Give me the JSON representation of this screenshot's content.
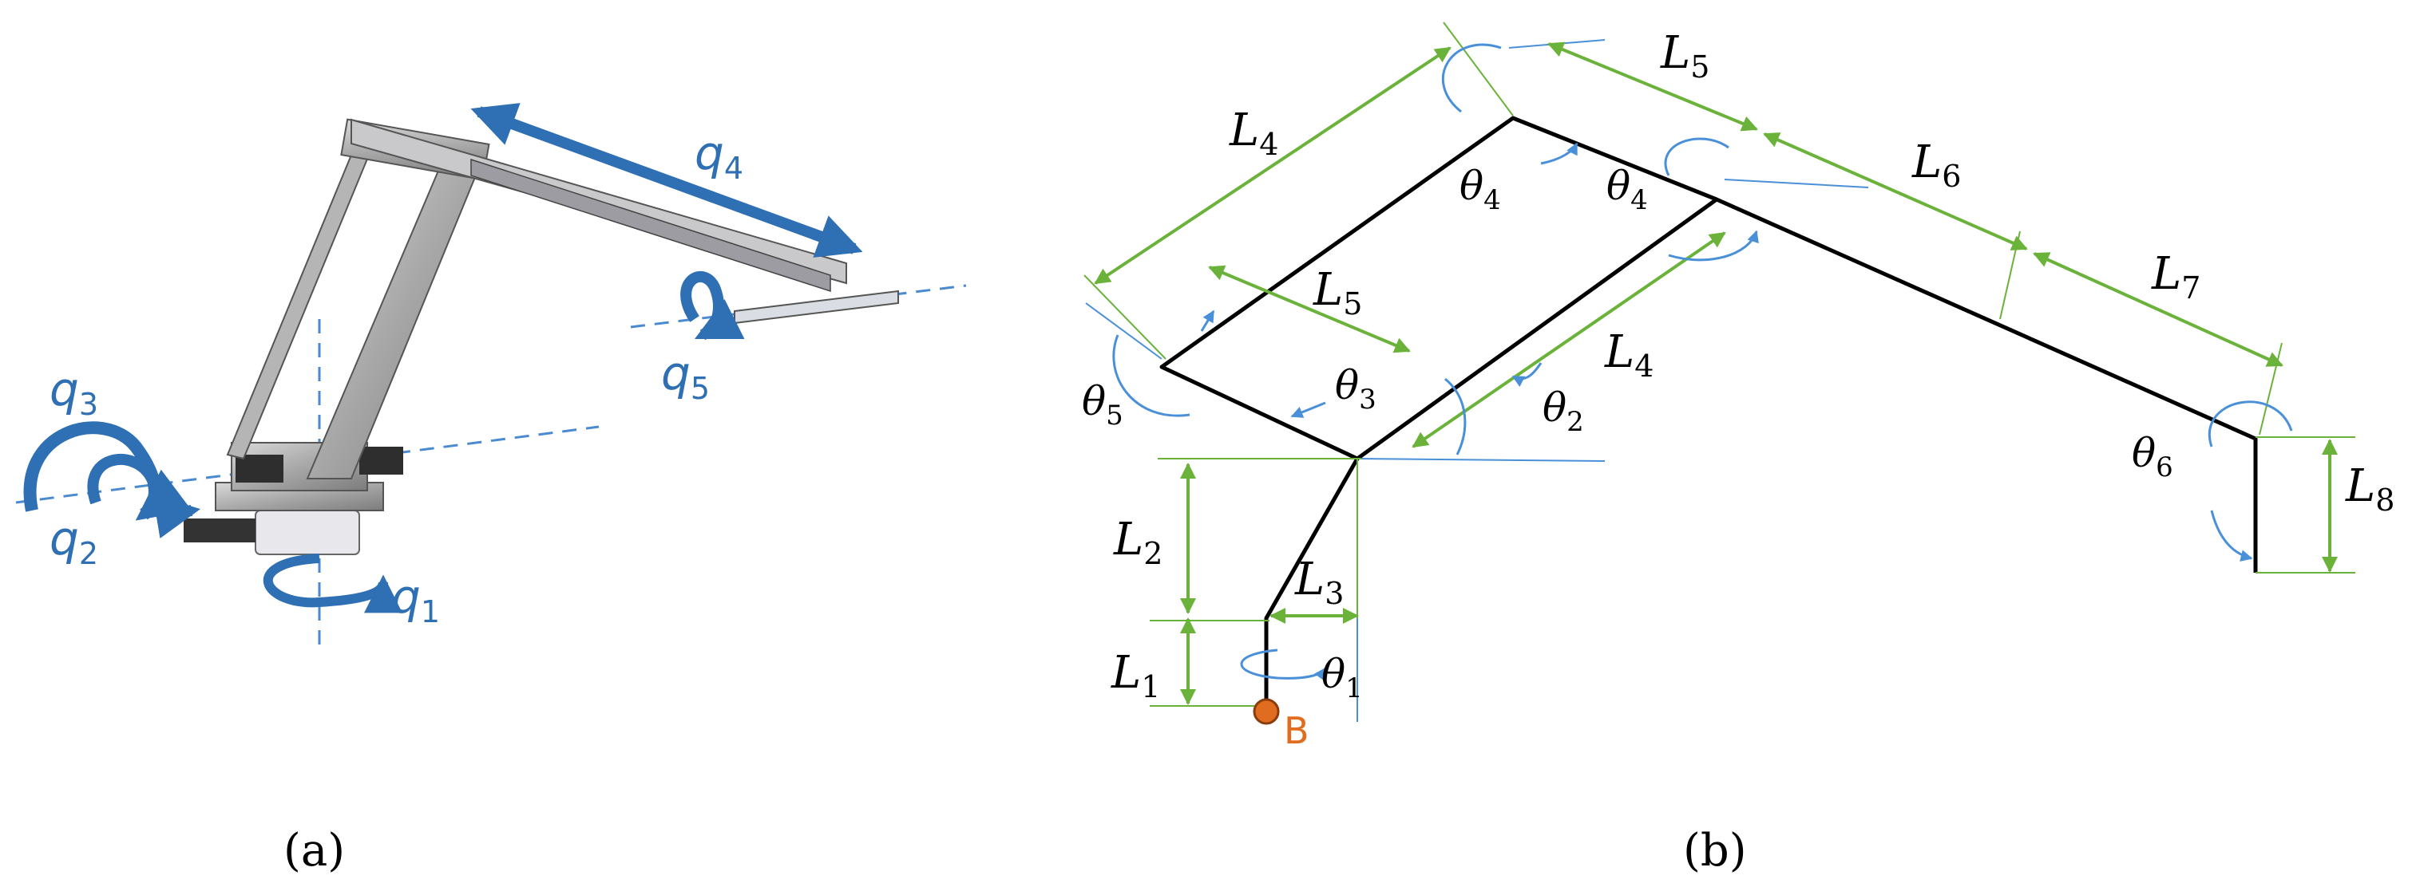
{
  "panel_a": {
    "caption": "(a)",
    "joints": {
      "q1": {
        "sym": "q",
        "sub": "1"
      },
      "q2": {
        "sym": "q",
        "sub": "2"
      },
      "q3": {
        "sym": "q",
        "sub": "3"
      },
      "q4": {
        "sym": "q",
        "sub": "4"
      },
      "q5": {
        "sym": "q",
        "sub": "5"
      }
    }
  },
  "panel_b": {
    "caption": "(b)",
    "base_label": "B",
    "lengths": {
      "L1": {
        "sym": "L",
        "sub": "1"
      },
      "L2": {
        "sym": "L",
        "sub": "2"
      },
      "L3": {
        "sym": "L",
        "sub": "3"
      },
      "L4a": {
        "sym": "L",
        "sub": "4"
      },
      "L4b": {
        "sym": "L",
        "sub": "4"
      },
      "L5a": {
        "sym": "L",
        "sub": "5"
      },
      "L5b": {
        "sym": "L",
        "sub": "5"
      },
      "L6": {
        "sym": "L",
        "sub": "6"
      },
      "L7": {
        "sym": "L",
        "sub": "7"
      },
      "L8": {
        "sym": "L",
        "sub": "8"
      }
    },
    "angles": {
      "t1": {
        "sym": "θ",
        "sub": "1"
      },
      "t2": {
        "sym": "θ",
        "sub": "2"
      },
      "t3": {
        "sym": "θ",
        "sub": "3"
      },
      "t4a": {
        "sym": "θ",
        "sub": "4"
      },
      "t4b": {
        "sym": "θ",
        "sub": "4"
      },
      "t5": {
        "sym": "θ",
        "sub": "5"
      },
      "t6": {
        "sym": "θ",
        "sub": "6"
      }
    }
  },
  "colors": {
    "link": "#000000",
    "dimension": "#6ab23a",
    "joint_arrow": "#2f6fb3",
    "angle_arrow": "#4a90d9",
    "base_point": "#e06d1f"
  }
}
